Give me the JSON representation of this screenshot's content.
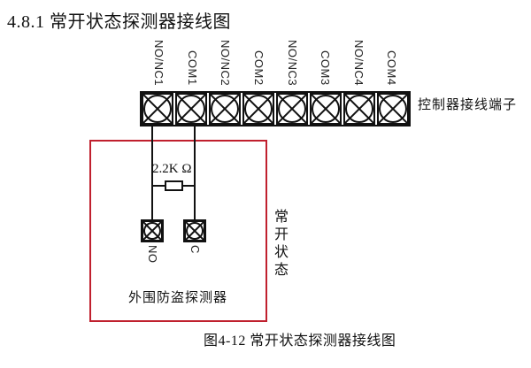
{
  "page": {
    "title": "4.8.1 常开状态探测器接线图",
    "caption": "图4-12  常开状态探测器接线图"
  },
  "terminal_block": {
    "label": "控制器接线端子",
    "terminals": [
      "NO/NC1",
      "COM1",
      "NO/NC2",
      "COM2",
      "NO/NC3",
      "COM3",
      "NO/NC4",
      "COM4"
    ],
    "symbol": "circle-x-terminal"
  },
  "detector": {
    "resistor_label": "2.2K Ω",
    "terminals": [
      "NO",
      "C"
    ],
    "name": "外围防盗探测器",
    "state_label": "常开状态",
    "boundary_color": "#c0202e",
    "line_color": "#111111"
  }
}
